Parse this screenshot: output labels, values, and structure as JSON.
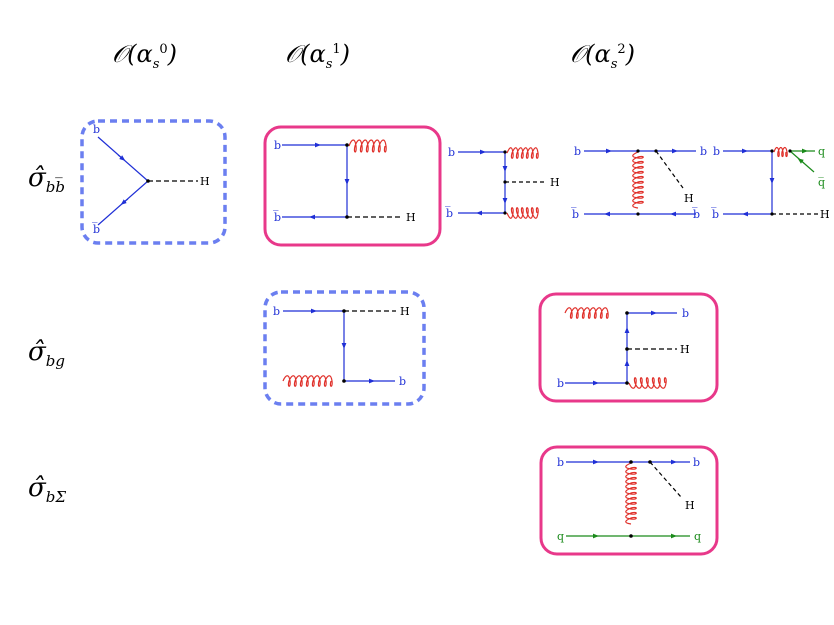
{
  "columns": [
    {
      "order": "𝒪(α",
      "sub": "s",
      "sup": "0",
      "close": ")"
    },
    {
      "order": "𝒪(α",
      "sub": "s",
      "sup": "1",
      "close": ")"
    },
    {
      "order": "𝒪(α",
      "sub": "s",
      "sup": "2",
      "close": ")"
    }
  ],
  "rows": [
    {
      "sigma": "σ̂",
      "sub": "bb̅"
    },
    {
      "sigma": "σ̂",
      "sub": "bg"
    },
    {
      "sigma": "σ̂",
      "sub": "bΣ"
    }
  ],
  "particles": {
    "b": "b",
    "bbar": "b̅",
    "H": "H",
    "q": "q",
    "qbar": "q̅"
  },
  "colors": {
    "quark_b": "#1f2fd6",
    "quark_light": "#1a8a1a",
    "gluon": "#e0302a",
    "higgs": "#000000",
    "box_dashed": "#6b7ff0",
    "box_solid": "#e8388a"
  }
}
